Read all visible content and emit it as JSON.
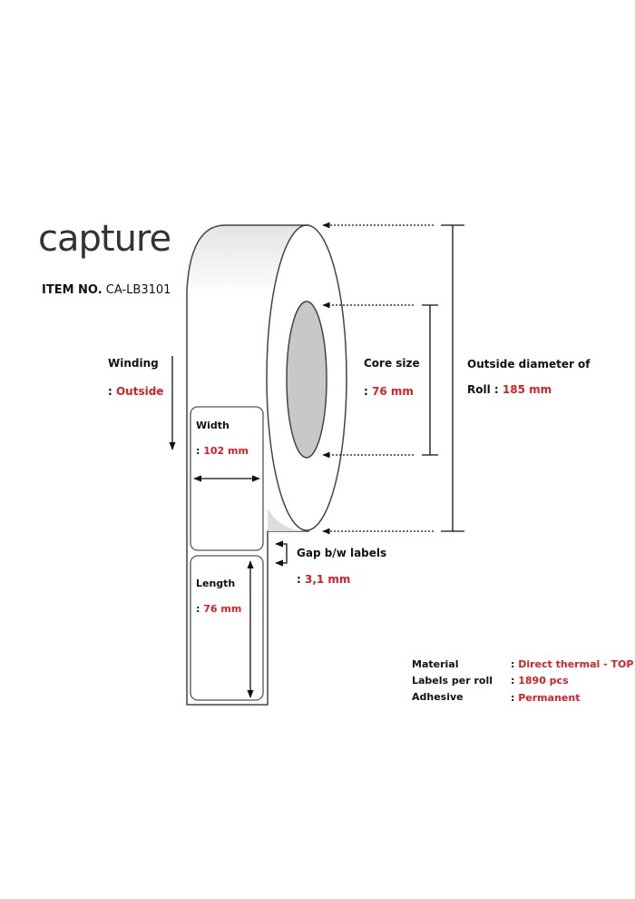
{
  "logo": "capture",
  "item": {
    "label": "ITEM NO.",
    "value": "CA-LB3101"
  },
  "winding": {
    "label": "Winding",
    "value": "Outside"
  },
  "core": {
    "label": "Core size",
    "value": "76 mm"
  },
  "outside": {
    "label": "Outside diameter of",
    "label2": "Roll :",
    "value": "185 mm"
  },
  "width": {
    "label": "Width",
    "value": "102 mm"
  },
  "length": {
    "label": "Length",
    "value": "76 mm"
  },
  "gap": {
    "label": "Gap b/w labels",
    "value": "3,1 mm"
  },
  "specs": [
    {
      "label": "Material",
      "value": "Direct thermal - TOP"
    },
    {
      "label": "Labels per roll",
      "value": "1890 pcs"
    },
    {
      "label": "Adhesive",
      "value": "Permanent"
    }
  ],
  "colors": {
    "accent": "#d81f26",
    "core": "#c8c8ca",
    "line": "#444444"
  }
}
